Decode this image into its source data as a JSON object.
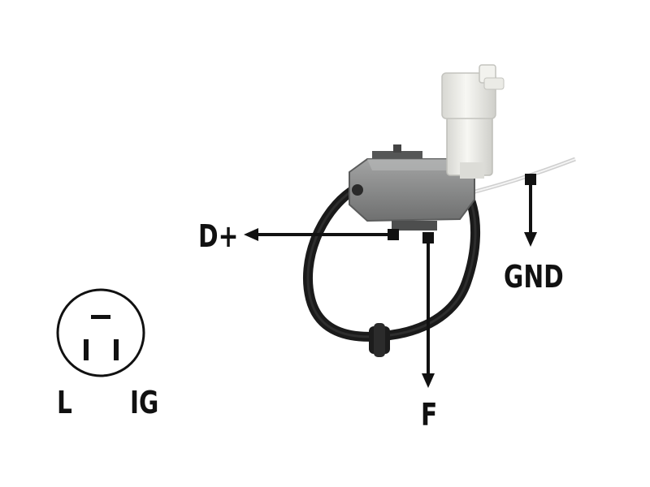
{
  "diagram": {
    "labels": {
      "d_plus": "D+",
      "gnd": "GND",
      "f": "F",
      "l": "L",
      "ig": "IG"
    },
    "colors": {
      "ink": "#111111",
      "housing": "#8e8f8f",
      "housing_dark": "#6c6d6d",
      "cable": "#1a1a1a",
      "connector": "#eeeeea",
      "ground_wire": "#d9d9d9"
    },
    "icons": [
      "regulator-module-icon",
      "connector-plug-icon",
      "arrow-icon",
      "terminal-socket-icon"
    ]
  }
}
